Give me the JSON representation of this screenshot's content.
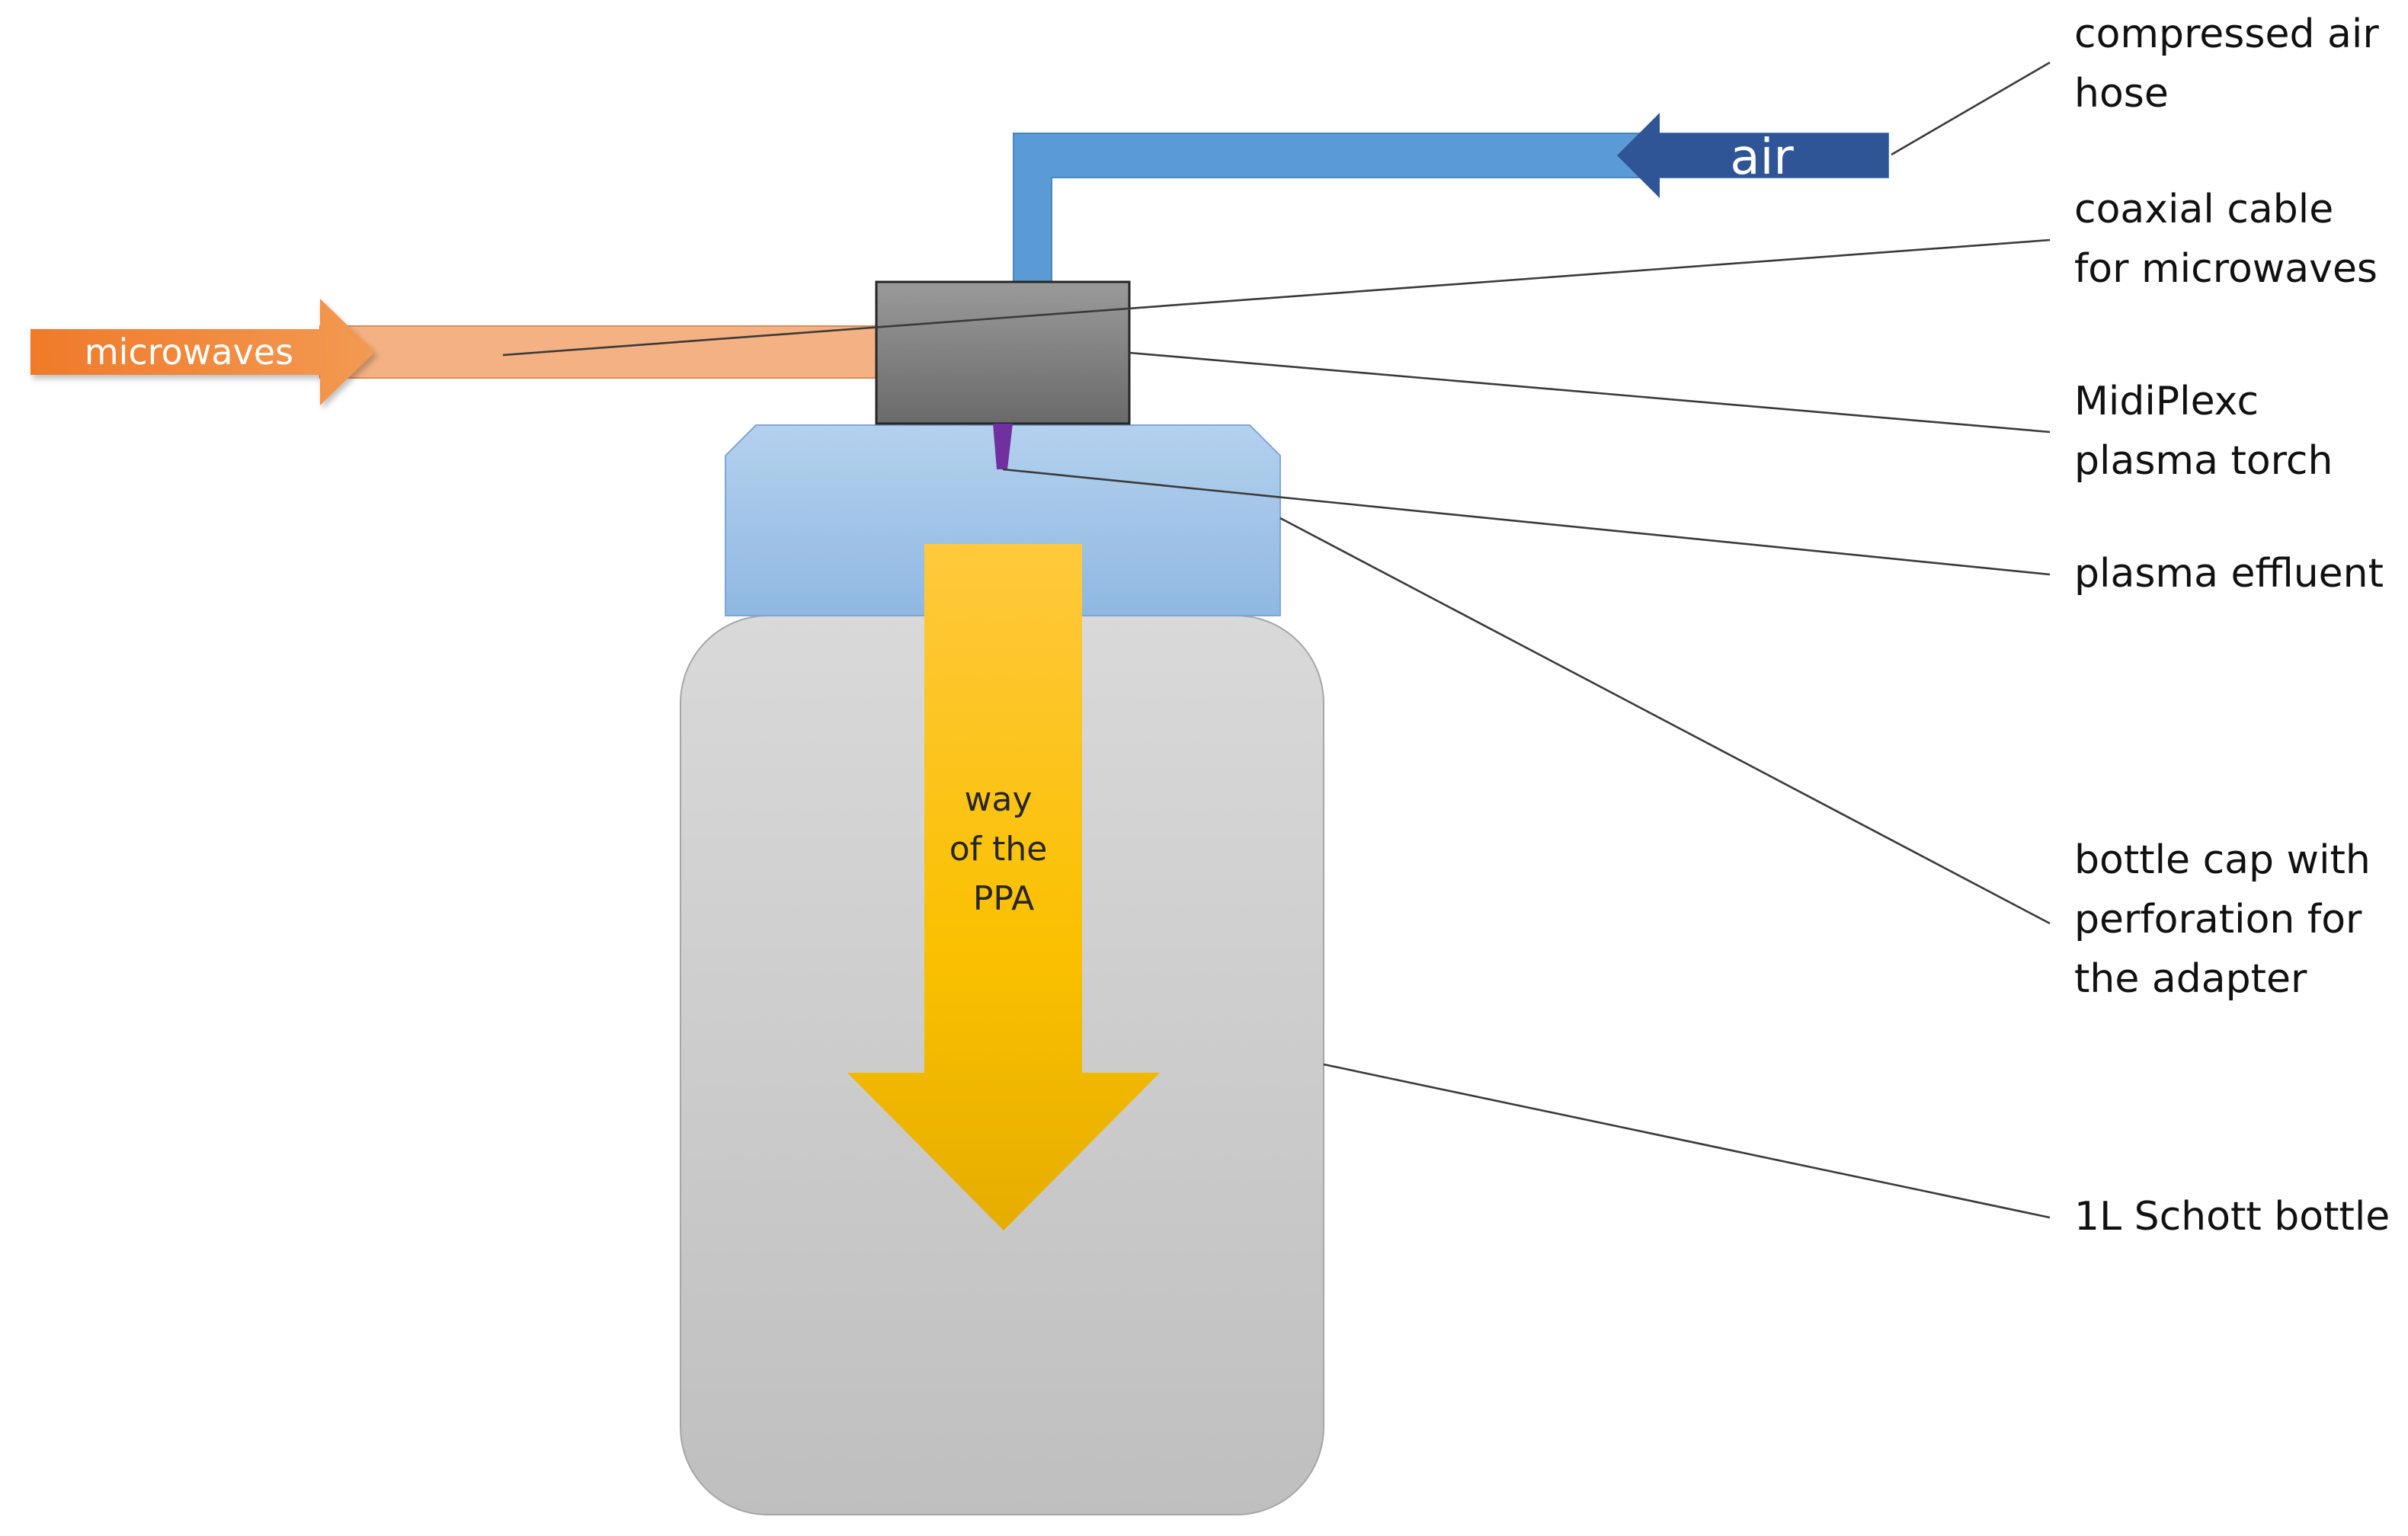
{
  "labels": {
    "microwaves_arrow": "microwaves",
    "air_arrow": "air",
    "ppa_arrow": [
      "way",
      "of the",
      "PPA"
    ]
  },
  "callouts": {
    "compressed_air_hose": [
      "compressed air",
      "hose"
    ],
    "coaxial_cable": [
      "coaxial cable",
      "for microwaves"
    ],
    "plasma_torch": [
      "MidiPlexc",
      "plasma torch"
    ],
    "plasma_effluent": [
      "plasma effluent"
    ],
    "bottle_cap": [
      "bottle cap with",
      "perforation for",
      "the adapter"
    ],
    "schott_bottle": [
      "1L Schott bottle"
    ]
  },
  "colors": {
    "air_hose": "#5b9bd5",
    "air_arrow": "#2f5597",
    "microwave_arrow": "#ed7d31",
    "coax_cable": "#f4b183",
    "torch_body": "#7f7f7f",
    "plasma": "#7030a0",
    "bottle_cap": "#9dc3e6",
    "bottle": "#c9c9c9",
    "ppa_arrow": "#ffc000"
  }
}
